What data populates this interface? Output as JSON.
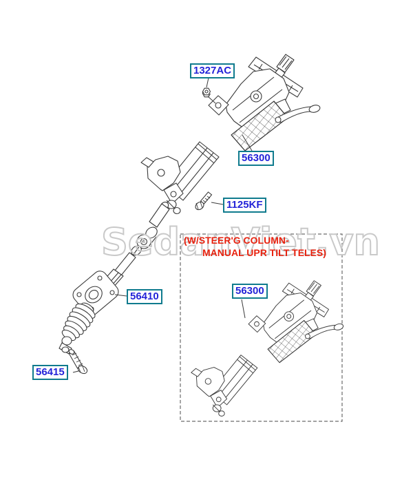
{
  "watermark": {
    "text": "SedanViet.vn",
    "color": "#c9c9c9"
  },
  "callouts": [
    {
      "part_number": "1327AC"
    },
    {
      "part_number": "56300"
    },
    {
      "part_number": "1125KF"
    },
    {
      "part_number": "56410"
    },
    {
      "part_number": "56415"
    },
    {
      "part_number": "56300"
    }
  ],
  "inset_note": {
    "line1": "(W/STEER'G COLUMN-",
    "line2": "MANUAL UPR TILT TELES)",
    "color": "#e8220f"
  },
  "colors": {
    "background": "#ffffff",
    "line_art": "#3a3a3a",
    "callout_border": "#0f7b8e",
    "callout_text": "#2424d8",
    "dashed_box": "#6a6a6a",
    "note_red": "#e8220f",
    "watermark_gray": "#c9c9c9"
  }
}
